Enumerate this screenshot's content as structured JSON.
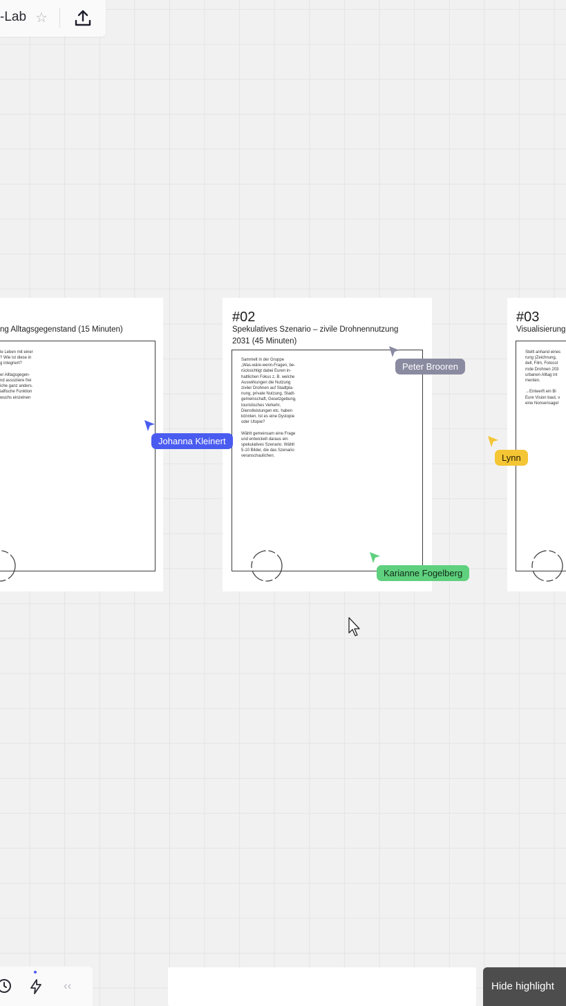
{
  "header": {
    "board_title": "-Lab",
    "star_icon": "star-icon",
    "share_icon": "upload-icon"
  },
  "frames": [
    {
      "title": "ng Alltagsgegenstand (15 Minuten)",
      "text": "le Leben mit einer\n? Wie ist diese in\ng integriert?\n\ner Alltagsgegen-\nnd assoziiere frei\niche ganz anders.\nialfische Funktion\nwuchs einzelnen"
    },
    {
      "number": "#02",
      "title_line1": "Spekulatives Szenario – zivile Drohnennutzung",
      "title_line2": "2031 (45 Minuten)",
      "text": "Sammelt in der Gruppe\n„Was-wäre-wenn-Fragen, be-\nrücksichtigt dabei Euren in-\nhaltlichen Fokus z. B. welche\nAuswirkungen die Nutzung\nziviler Drohnen auf Stadtpla-\nnung, private Nutzung, Stadt-\ngemeinschaft, Gesetzgebung,\ntouristisches Verkehr,\nDienstleistungen etc. haben\nkönnten. Ist es eine Dystopie\noder Utopie?\n\nWählt gemeinsam eine Frage\nund entwickelt daraus ein\nspekulatives Szenario. Wählt\n5-10 Bilder, die das Szenario\nveranschaulichen."
    },
    {
      "number": "#03",
      "title": "Visualisierung",
      "text": "Stellt anhand eines\nrung (Zeichnung,\ndell, Film, Fotocol\nrnde Drohnen 203\nurbanen Alltag int\nmenten.\n\n→Entwerft ein Bi\nEure Vision baut, v\neine Nonsensagel"
    }
  ],
  "collaborators": [
    {
      "name": "Johanna Kleinert",
      "color": "#4a5cf0"
    },
    {
      "name": "Peter Brooren",
      "color": "#8a8aa0"
    },
    {
      "name": "Lynn",
      "color": "#f4c534"
    },
    {
      "name": "Karianne Fogelberg",
      "color": "#5fd07e"
    }
  ],
  "footer": {
    "history_icon": "history-icon",
    "lightning_icon": "lightning-icon",
    "collapse_icon": "double-chevron-left-icon",
    "collapse_label": "‹‹",
    "hide_button": "Hide highlight"
  }
}
